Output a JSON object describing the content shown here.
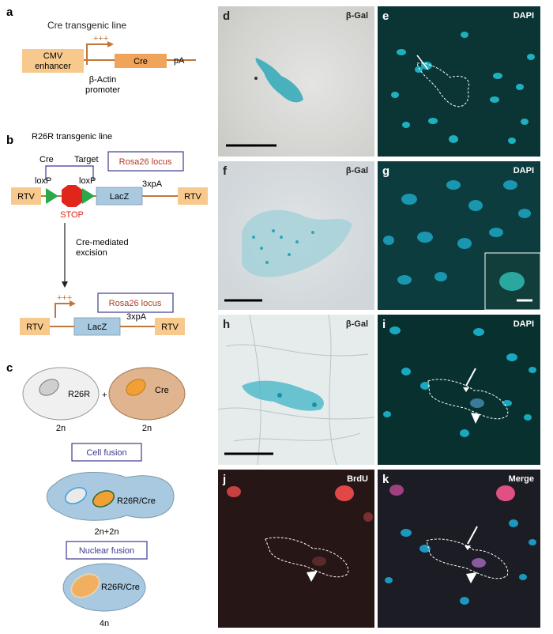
{
  "panel_letters": {
    "a": "a",
    "b": "b",
    "c": "c",
    "d": "d",
    "e": "e",
    "f": "f",
    "g": "g",
    "h": "h",
    "i": "i",
    "j": "j",
    "k": "k"
  },
  "diagram_a": {
    "title": "Cre transgenic line",
    "plus": "+++",
    "enhancer_line1": "CMV",
    "enhancer_line2": "enhancer",
    "cre": "Cre",
    "pA": "pA",
    "promoter_line1": "β-Actin",
    "promoter_line2": "promoter"
  },
  "diagram_b": {
    "title": "R26R transgenic line",
    "cre": "Cre",
    "target": "Target",
    "locus": "Rosa26 locus",
    "loxp_left": "loxP",
    "loxp_right": "loxP",
    "rtv": "RTV",
    "lacz": "LacZ",
    "polya": "3xpA",
    "stop": "STOP",
    "excision_line1": "Cre-mediated",
    "excision_line2": "excision",
    "plus": "+++",
    "locus2": "Rosa26 locus",
    "rtv2": "RTV",
    "lacz2": "LacZ",
    "polya2": "3xpA",
    "rtv3": "RTV"
  },
  "diagram_c": {
    "cell1": "R26R",
    "cell2": "Cre",
    "plus": "+",
    "ploidy1": "2n",
    "ploidy2": "2n",
    "step1": "Cell fusion",
    "fused": "R26R/Cre",
    "ploidy3": "2n+2n",
    "step2": "Nuclear fusion",
    "nuclear": "R26R/Cre",
    "ploidy4": "4n"
  },
  "micro_panels": [
    {
      "id": "d",
      "stain": "β-Gal"
    },
    {
      "id": "e",
      "stain": "DAPI"
    },
    {
      "id": "f",
      "stain": "β-Gal"
    },
    {
      "id": "g",
      "stain": "DAPI"
    },
    {
      "id": "h",
      "stain": "β-Gal"
    },
    {
      "id": "i",
      "stain": "DAPI"
    },
    {
      "id": "j",
      "stain": "BrdU"
    },
    {
      "id": "k",
      "stain": "Merge"
    }
  ],
  "colors": {
    "tan_box": "#f7c98c",
    "cre_box": "#f0a35a",
    "lacz_box": "#a9c9e0",
    "arrow_orange": "#c0763a",
    "locus_border": "#3b3b8f",
    "locus_text": "#b23a2a",
    "stop_red": "#e0261b",
    "loxp_green": "#2aa84a",
    "cell_blue": "#a9c9e0",
    "micro_bgal_bg": "#d9d9d6",
    "micro_dapi_bg": "#0e3a3a",
    "micro_brdu_bg": "#2a1818"
  }
}
